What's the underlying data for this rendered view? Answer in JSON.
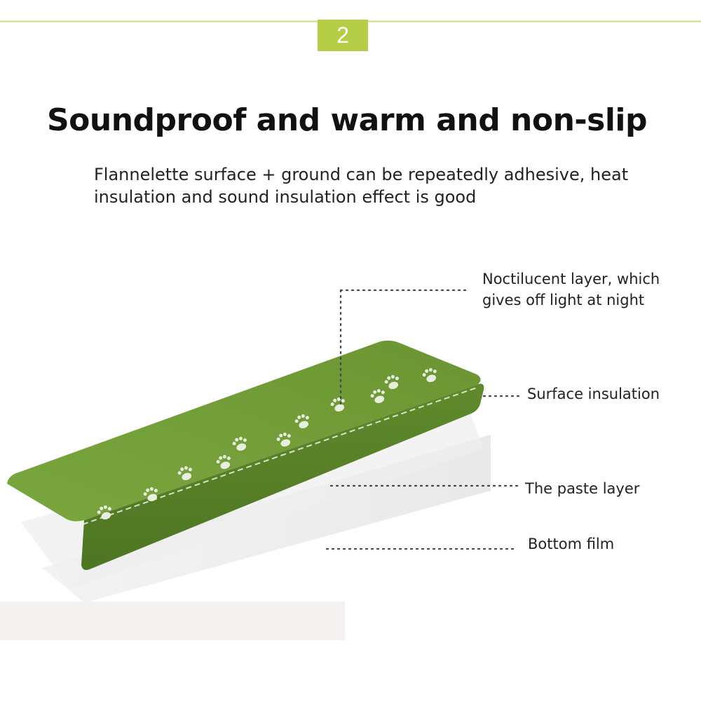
{
  "badge": {
    "number": "2",
    "color": "#b6cd48"
  },
  "headline": "Soundproof and warm and non-slip",
  "subtitle": "Flannelette surface + ground can be repeatedly adhesive, heat insulation and sound insulation effect is good",
  "callouts": [
    {
      "label": "Noctilucent layer, which gives off light at night"
    },
    {
      "label": "Surface insulation"
    },
    {
      "label": "The paste layer"
    },
    {
      "label": "Bottom film"
    }
  ],
  "product": {
    "name": "green-stair-tread-mat",
    "color": "#6f9a35",
    "pattern": "paw-prints"
  }
}
